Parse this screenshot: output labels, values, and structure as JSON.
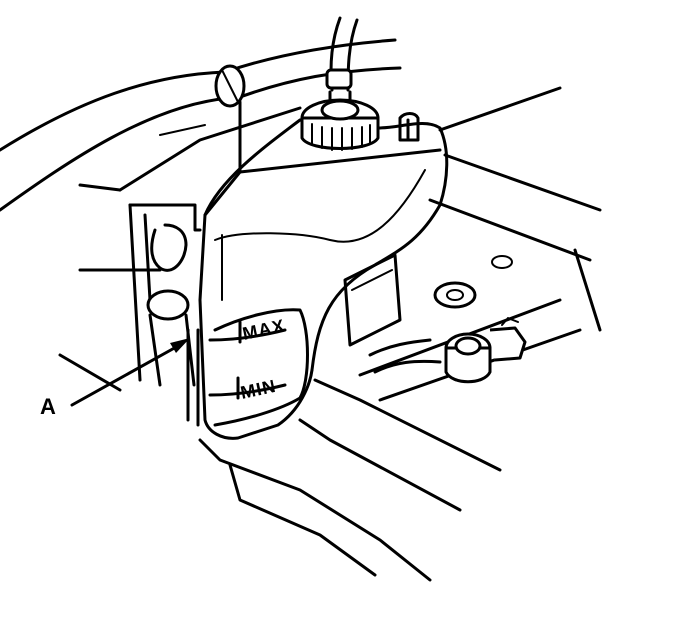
{
  "callout": {
    "letter": "A"
  },
  "reservoir": {
    "max_mark": "MAX",
    "min_mark": "MIN"
  },
  "colors": {
    "ink": "#000000",
    "paper": "#ffffff"
  }
}
